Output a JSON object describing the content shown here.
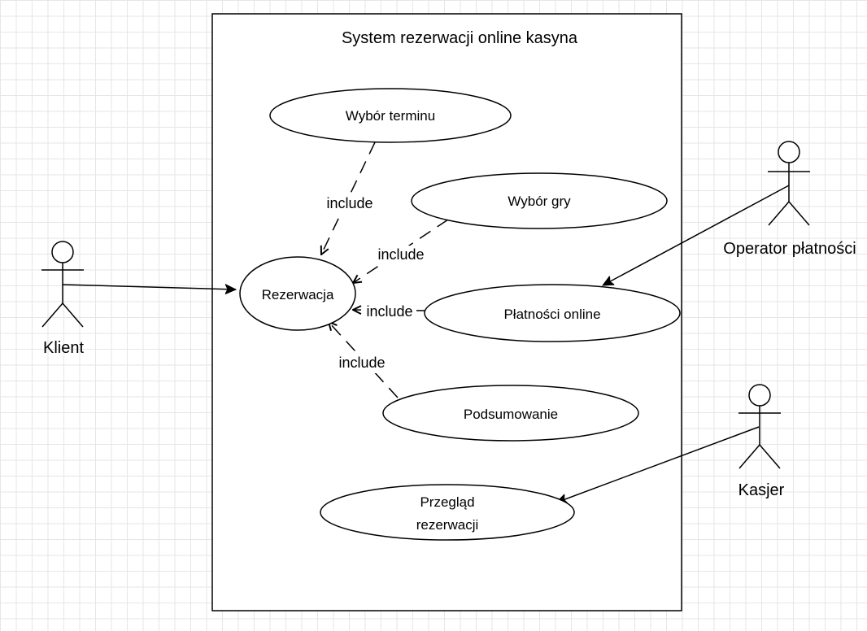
{
  "system": {
    "title": "System rezerwacji online kasyna"
  },
  "actors": {
    "klient": "Klient",
    "operator": "Operator płatności",
    "kasjer": "Kasjer"
  },
  "use_cases": {
    "wybor_terminu": "Wybór terminu",
    "wybor_gry": "Wybór gry",
    "rezerwacja": "Rezerwacja",
    "platnosci": "Płatności online",
    "podsumowanie": "Podsumowanie",
    "przeglad_line1": "Przegląd",
    "przeglad_line2": "rezerwacji"
  },
  "relations": {
    "include_1": "include",
    "include_2": "include",
    "include_3": "include",
    "include_4": "include"
  }
}
